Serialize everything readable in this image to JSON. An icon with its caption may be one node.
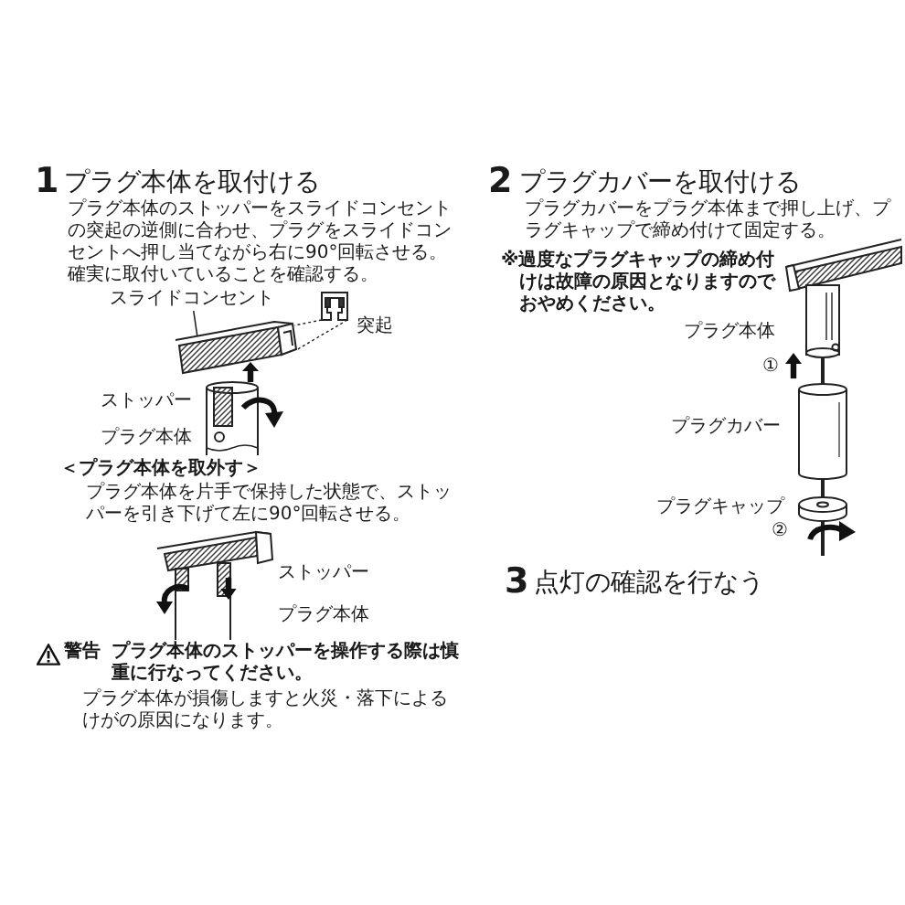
{
  "diagram": {
    "nodes": [
      {
        "text": [
          "スライドコンセント"
        ]
      },
      {
        "text": [],
        "shape": "bar"
      },
      {
        "text": [],
        "shape": "picture"
      }
    ],
    "edges": [
      {
        "from": 0,
        "to": 1,
        "arrow": "none"
      },
      {
        "from": 2,
        "to": 1,
        "arrow": "none",
        "style": "dashed"
      }
    ],
    "labels": [
      "1",
      "プラグ本体を取付ける",
      "プラグ本体のストッパーをスライドコンセントの突起の逆側に合わせ、プラグをスライドコンセントへ押し当てながら右に90°回転させる。確実に取付いていることを確認する。",
      "突起",
      "ストッパー",
      "プラグ本体",
      "＜プラグ本体を取外す＞",
      "プラグ本体を片手で保持した状態で、ストッパーを引き下げて左に90°回転させる。",
      "ストッパー",
      "プラグ本体",
      "警告",
      "プラグ本体のストッパーを操作する際は慎重に行なってください。",
      "プラグ本体が損傷しますと火災・落下によるけがの原因になります。",
      "2",
      "プラグカバーを取付ける",
      "プラグカバーをプラグ本体まで押し上げ、プラグキャップで締め付けて固定する。",
      "※過度なプラグキャップの締め付けは故障の原因となりますのでおやめください。",
      "プラグ本体",
      "①",
      "プラグカバー",
      "プラグキャップ",
      "②",
      "3",
      "点灯の確認を行なう"
    ]
  }
}
